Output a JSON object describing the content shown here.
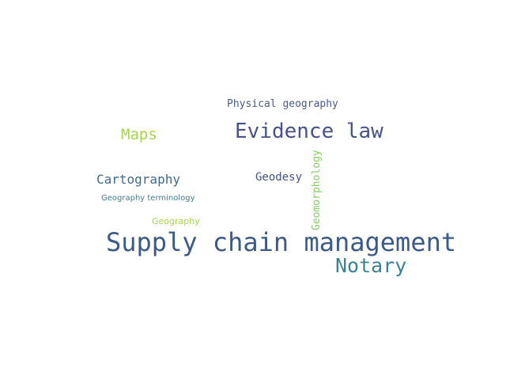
{
  "word_cloud": {
    "words": [
      {
        "text": "Physical geography",
        "color": "#4a5a8c"
      },
      {
        "text": "Evidence law",
        "color": "#46528a"
      },
      {
        "text": "Maps",
        "color": "#a6d44a"
      },
      {
        "text": "Cartography",
        "color": "#3f6a8c"
      },
      {
        "text": "Geodesy",
        "color": "#46548a"
      },
      {
        "text": "Geomorphology",
        "color": "#7fd25a"
      },
      {
        "text": "Geography terminology",
        "color": "#3f7f92"
      },
      {
        "text": "Geography",
        "color": "#a6d44a"
      },
      {
        "text": "Supply chain management",
        "color": "#3a5a8a"
      },
      {
        "text": "Notary",
        "color": "#3a8296"
      }
    ]
  }
}
